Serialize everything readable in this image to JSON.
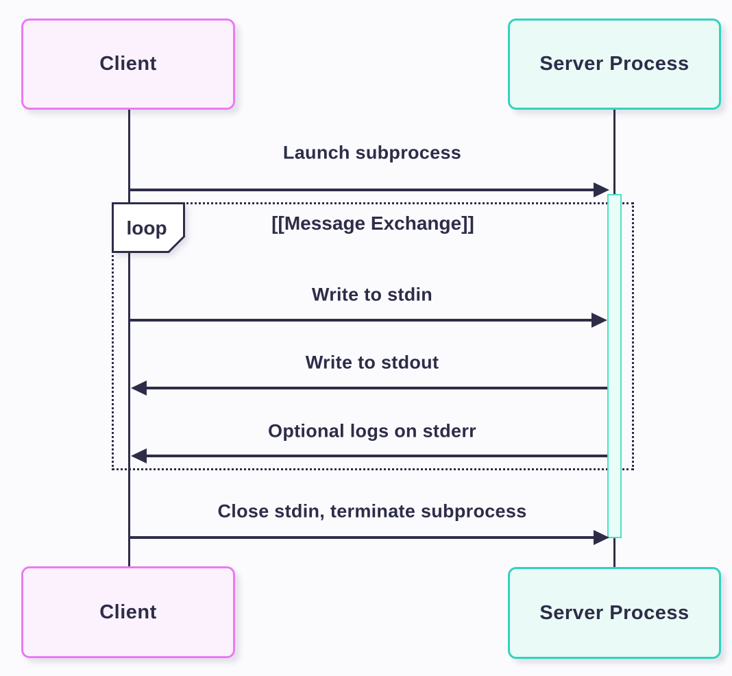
{
  "diagram": {
    "kind": "sequence-diagram",
    "actors": [
      {
        "id": "client",
        "label": "Client"
      },
      {
        "id": "server",
        "label": "Server Process"
      }
    ],
    "messages": [
      {
        "label": "Launch subprocess",
        "from": "client",
        "to": "server",
        "direction": "right",
        "line": "solid"
      },
      {
        "label": "Write to stdin",
        "from": "client",
        "to": "server",
        "direction": "right",
        "line": "solid"
      },
      {
        "label": "Write to stdout",
        "from": "server",
        "to": "client",
        "direction": "left",
        "line": "solid"
      },
      {
        "label": "Optional logs on stderr",
        "from": "server",
        "to": "client",
        "direction": "left",
        "line": "solid"
      },
      {
        "label": "Close stdin, terminate subprocess",
        "from": "client",
        "to": "server",
        "direction": "right",
        "line": "solid"
      }
    ],
    "loop": {
      "operator": "loop",
      "title": "[[Message Exchange]]",
      "contains": [
        "Write to stdin",
        "Write to stdout",
        "Optional logs on stderr"
      ]
    },
    "activation": {
      "actor": "server",
      "starts_at": "Launch subprocess",
      "ends_at": "Close stdin, terminate subprocess"
    }
  },
  "colors": {
    "background": "#fbfbfe",
    "ink": "#2d2d48",
    "client-border": "#ec79f2",
    "client-fill": "#fcf2fd",
    "server-border": "#2fd4bd",
    "server-fill": "#eafaf6",
    "activation-border": "#49e2c8",
    "activation-fill": "#e9fcf6",
    "label-bg": "#ffffff"
  }
}
